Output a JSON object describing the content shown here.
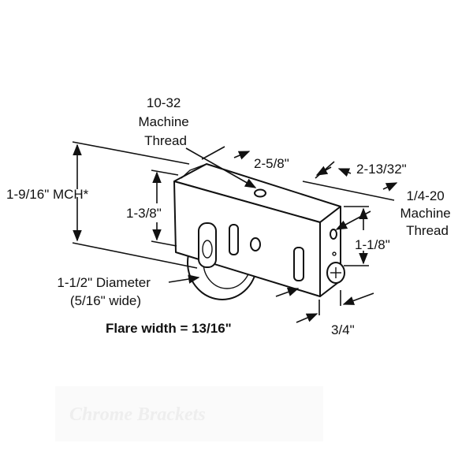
{
  "labels": {
    "machine_thread_top": [
      "10-32",
      "Machine",
      "Thread"
    ],
    "depth_top": "2-5/8\"",
    "depth_side": "2-13/32\"",
    "machine_thread_side": [
      "1/4-20",
      "Machine",
      "Thread"
    ],
    "overall_height": "1-9/16\" MCH*",
    "body_height": "1-3/8\"",
    "side_height": "1-1/8\"",
    "wheel_diameter": [
      "1-1/2\" Diameter",
      "(5/16\" wide)"
    ],
    "flare_width": "Flare width = 13/16\"",
    "width": "3/4\"",
    "watermark": "Chrome Brackets"
  },
  "colors": {
    "ink": "#111111",
    "background": "#ffffff",
    "watermark": "#eeeeee"
  }
}
